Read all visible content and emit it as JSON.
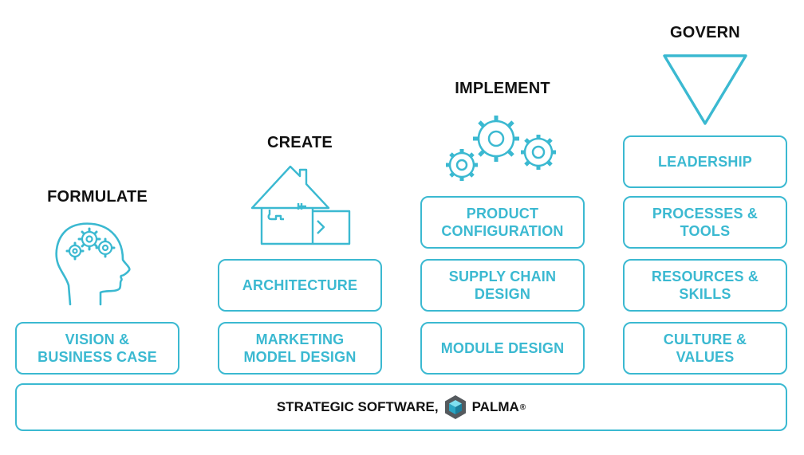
{
  "columns": [
    {
      "heading": "FORMULATE",
      "icon": "head-gears-icon",
      "boxes": [
        "VISION &\nBUSINESS CASE"
      ]
    },
    {
      "heading": "CREATE",
      "icon": "house-puzzle-icon",
      "boxes": [
        "ARCHITECTURE",
        "MARKETING\nMODEL DESIGN"
      ]
    },
    {
      "heading": "IMPLEMENT",
      "icon": "gears-icon",
      "boxes": [
        "PRODUCT\nCONFIGURATION",
        "SUPPLY CHAIN\nDESIGN",
        "MODULE DESIGN"
      ]
    },
    {
      "heading": "GOVERN",
      "icon": "triangle-down-icon",
      "boxes": [
        "LEADERSHIP",
        "PROCESSES &\nTOOLS",
        "RESOURCES &\nSKILLS",
        "CULTURE &\nVALUES"
      ]
    }
  ],
  "base": {
    "text": "STRATEGIC SOFTWARE,",
    "product": "PALMA",
    "mark": "®",
    "logo_icon": "palma-cube-icon"
  },
  "colors": {
    "accent": "#3bb9d1",
    "text": "#111111",
    "background": "#ffffff"
  }
}
